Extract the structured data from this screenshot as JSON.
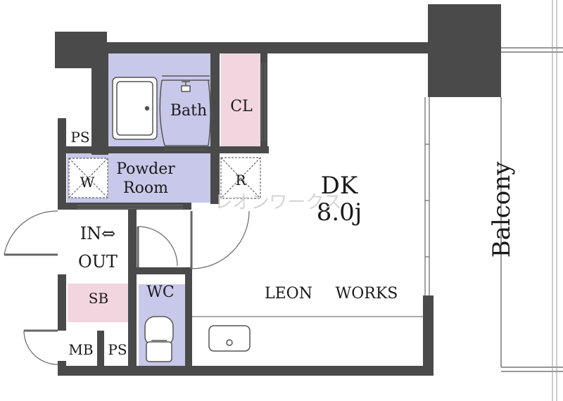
{
  "rooms": {
    "bath": "Bath",
    "closet": "CL",
    "pipe_space_upper": "PS",
    "washer": "W",
    "powder_room_line1": "Powder",
    "powder_room_line2": "Room",
    "fridge": "R",
    "dk": "DK",
    "dk_size": "8.0j",
    "entrance_line1": "IN⇔",
    "entrance_line2": "OUT",
    "shoe_box": "SB",
    "toilet": "WC",
    "meter_box": "MB",
    "pipe_space_lower": "PS",
    "balcony": "Balcony"
  },
  "branding": {
    "name_left": "LEON",
    "name_right": "WORKS",
    "watermark": "レオンワークス"
  },
  "colors": {
    "wall": "#4a4a4a",
    "bath_fill": "#c8c8ea",
    "closet_fill": "#f2d6df",
    "shoebox_fill": "#f2d6df",
    "toilet_fill": "#c8c8ea",
    "line": "#555555"
  }
}
